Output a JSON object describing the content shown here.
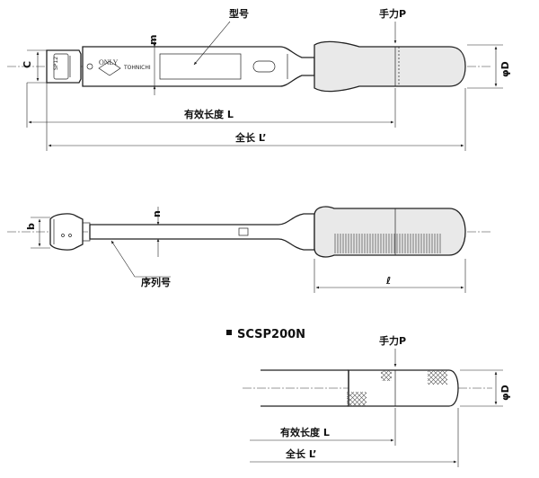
{
  "top_view": {
    "model_label": "型号",
    "hand_force_label": "手力P",
    "dim_m": "m",
    "dim_c": "C",
    "dim_phi_d": "φD",
    "effective_length_label": "有效长度 L",
    "total_length_label": "全长 L’",
    "engraving_only": "ONLY",
    "engraving_brand": "TOHNICHI",
    "head_mark": "SP12"
  },
  "side_view": {
    "dim_b": "b",
    "dim_n": "n",
    "serial_label": "序列号",
    "grip_length_label": "ℓ"
  },
  "variant_view": {
    "model_title": "SCSP200N",
    "hand_force_label": "手力P",
    "dim_phi_d": "φD",
    "effective_length_label": "有效长度 L",
    "total_length_label": "全长 L’"
  },
  "colors": {
    "line": "#222222",
    "grip_fill": "#e9e9e9"
  }
}
